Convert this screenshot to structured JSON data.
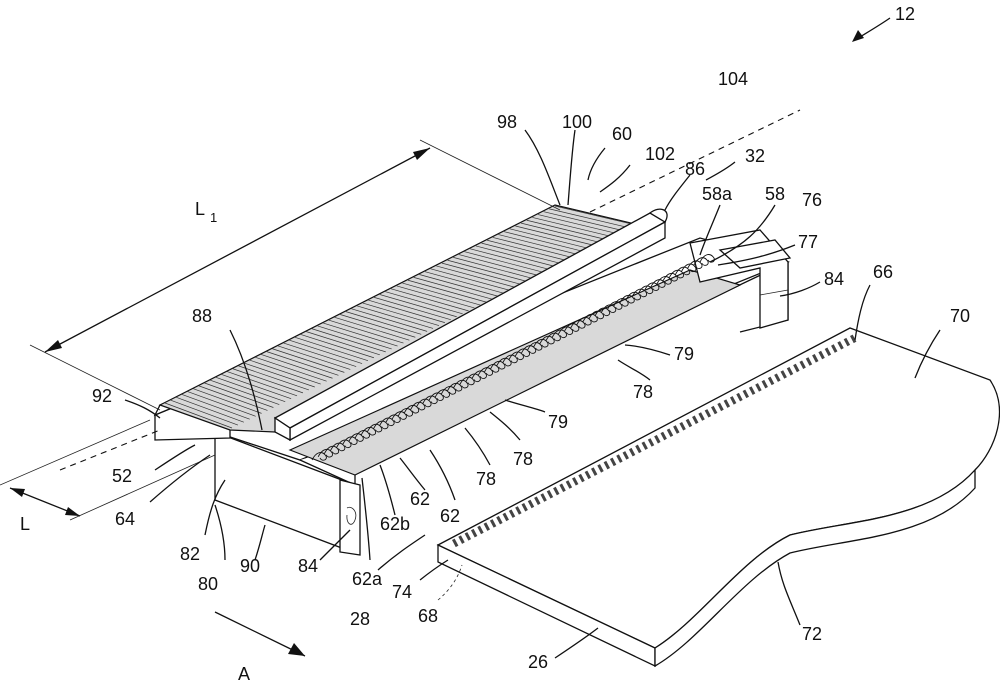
{
  "figure_number": "12",
  "labels": {
    "L1": "L",
    "L1_sub": "1",
    "L": "L",
    "A": "A",
    "n12": "12",
    "n104": "104",
    "n98": "98",
    "n100": "100",
    "n60": "60",
    "n102": "102",
    "n32": "32",
    "n86": "86",
    "n58a": "58a",
    "n58": "58",
    "n76": "76",
    "n77": "77",
    "n84a": "84",
    "n66": "66",
    "n70": "70",
    "n88": "88",
    "n79a": "79",
    "n78a": "78",
    "n79b": "79",
    "n78b": "78",
    "n78c": "78",
    "n92": "92",
    "n52": "52",
    "n64": "64",
    "n82": "82",
    "n80": "80",
    "n90": "90",
    "n84b": "84",
    "n62a": "62a",
    "n62b": "62b",
    "n62": "62",
    "n62c": "62",
    "n28": "28",
    "n74": "74",
    "n68": "68",
    "n72": "72",
    "n26": "26"
  }
}
